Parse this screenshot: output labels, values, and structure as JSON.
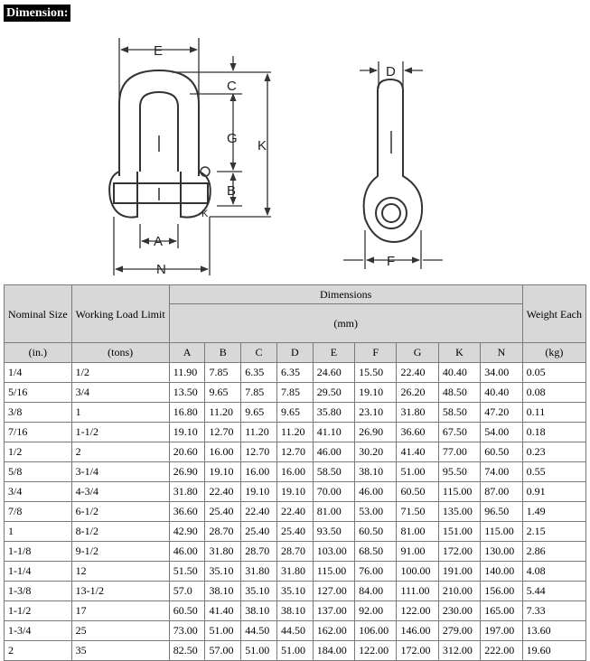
{
  "title": "Dimension:",
  "figure_labels": {
    "left": [
      "E",
      "C",
      "G",
      "K",
      "B",
      "K",
      "A",
      "N"
    ],
    "right": [
      "D",
      "F"
    ]
  },
  "table": {
    "header": {
      "nominal_size": "Nominal Size",
      "working_load_limit": "Working Load Limit",
      "dimensions": "Dimensions",
      "mm": "(mm)",
      "weight_each": "Weight Each"
    },
    "units": [
      "(in.)",
      "(tons)",
      "A",
      "B",
      "C",
      "D",
      "E",
      "F",
      "G",
      "K",
      "N",
      "(kg)"
    ],
    "rows": [
      [
        "1/4",
        "1/2",
        "11.90",
        "7.85",
        "6.35",
        "6.35",
        "24.60",
        "15.50",
        "22.40",
        "40.40",
        "34.00",
        "0.05"
      ],
      [
        "5/16",
        "3/4",
        "13.50",
        "9.65",
        "7.85",
        "7.85",
        "29.50",
        "19.10",
        "26.20",
        "48.50",
        "40.40",
        "0.08"
      ],
      [
        "3/8",
        "1",
        "16.80",
        "11.20",
        "9.65",
        "9.65",
        "35.80",
        "23.10",
        "31.80",
        "58.50",
        "47.20",
        "0.11"
      ],
      [
        "7/16",
        "1-1/2",
        "19.10",
        "12.70",
        "11.20",
        "11.20",
        "41.10",
        "26.90",
        "36.60",
        "67.50",
        "54.00",
        "0.18"
      ],
      [
        "1/2",
        "2",
        "20.60",
        "16.00",
        "12.70",
        "12.70",
        "46.00",
        "30.20",
        "41.40",
        "77.00",
        "60.50",
        "0.23"
      ],
      [
        "5/8",
        "3-1/4",
        "26.90",
        "19.10",
        "16.00",
        "16.00",
        "58.50",
        "38.10",
        "51.00",
        "95.50",
        "74.00",
        "0.55"
      ],
      [
        "3/4",
        "4-3/4",
        "31.80",
        "22.40",
        "19.10",
        "19.10",
        "70.00",
        "46.00",
        "60.50",
        "115.00",
        "87.00",
        "0.91"
      ],
      [
        "7/8",
        "6-1/2",
        "36.60",
        "25.40",
        "22.40",
        "22.40",
        "81.00",
        "53.00",
        "71.50",
        "135.00",
        "96.50",
        "1.49"
      ],
      [
        "1",
        "8-1/2",
        "42.90",
        "28.70",
        "25.40",
        "25.40",
        "93.50",
        "60.50",
        "81.00",
        "151.00",
        "115.00",
        "2.15"
      ],
      [
        "1-1/8",
        "9-1/2",
        "46.00",
        "31.80",
        "28.70",
        "28.70",
        "103.00",
        "68.50",
        "91.00",
        "172.00",
        "130.00",
        "2.86"
      ],
      [
        "1-1/4",
        "12",
        "51.50",
        "35.10",
        "31.80",
        "31.80",
        "115.00",
        "76.00",
        "100.00",
        "191.00",
        "140.00",
        "4.08"
      ],
      [
        "1-3/8",
        "13-1/2",
        "57.0",
        "38.10",
        "35.10",
        "35.10",
        "127.00",
        "84.00",
        "111.00",
        "210.00",
        "156.00",
        "5.44"
      ],
      [
        "1-1/2",
        "17",
        "60.50",
        "41.40",
        "38.10",
        "38.10",
        "137.00",
        "92.00",
        "122.00",
        "230.00",
        "165.00",
        "7.33"
      ],
      [
        "1-3/4",
        "25",
        "73.00",
        "51.00",
        "44.50",
        "44.50",
        "162.00",
        "106.00",
        "146.00",
        "279.00",
        "197.00",
        "13.60"
      ],
      [
        "2",
        "35",
        "82.50",
        "57.00",
        "51.00",
        "51.00",
        "184.00",
        "122.00",
        "172.00",
        "312.00",
        "222.00",
        "19.60"
      ]
    ]
  }
}
